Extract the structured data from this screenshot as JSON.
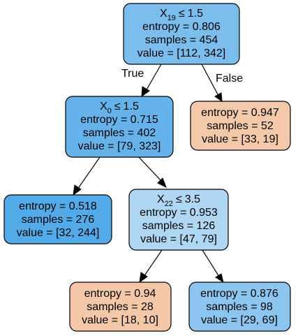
{
  "nodes": {
    "root": {
      "split": {
        "feature": "X",
        "index": "19",
        "op": "≤",
        "threshold": "1.5"
      },
      "lines": [
        "entropy = 0.806",
        "samples = 454",
        "value = [112, 342]"
      ],
      "color": "#7bbeee"
    },
    "left": {
      "split": {
        "feature": "X",
        "index": "0",
        "op": "≤",
        "threshold": "1.5"
      },
      "lines": [
        "entropy = 0.715",
        "samples = 402",
        "value = [79, 323]"
      ],
      "color": "#66b3eb"
    },
    "right": {
      "lines": [
        "entropy = 0.947",
        "samples = 52",
        "value = [33, 19]"
      ],
      "color": "#f4c9aa"
    },
    "left_left": {
      "lines": [
        "entropy = 0.518",
        "samples = 276",
        "value = [32, 244]"
      ],
      "color": "#53aae8"
    },
    "left_right": {
      "split": {
        "feature": "X",
        "index": "22",
        "op": "≤",
        "threshold": "3.5"
      },
      "lines": [
        "entropy = 0.953",
        "samples = 126",
        "value = [47, 79]"
      ],
      "color": "#afd7f4"
    },
    "left_right_left": {
      "lines": [
        "entropy = 0.94",
        "samples = 28",
        "value = [18, 10]"
      ],
      "color": "#f3c7a7"
    },
    "left_right_right": {
      "lines": [
        "entropy = 0.876",
        "samples = 98",
        "value = [29, 69]"
      ],
      "color": "#8cc6f0"
    }
  },
  "edges": {
    "root_left": {
      "label": "True"
    },
    "root_right": {
      "label": "False"
    }
  }
}
